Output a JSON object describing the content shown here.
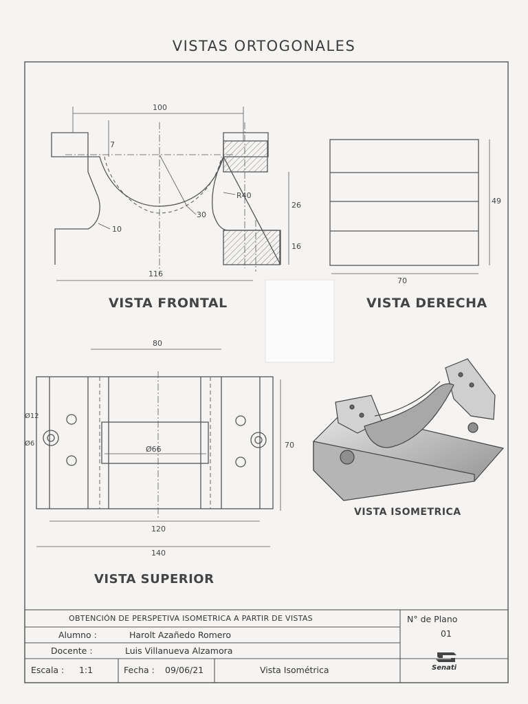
{
  "sheet": {
    "title": "VISTAS ORTOGONALES"
  },
  "views": {
    "frontal": {
      "label": "VISTA FRONTAL",
      "dims": {
        "top": "100",
        "top_small": "7",
        "radius_40": "R40",
        "radius_30": "30",
        "radius_10": "10",
        "height_26": "26",
        "height_16": "16",
        "bottom": "116"
      }
    },
    "derecha": {
      "label": "VISTA DERECHA",
      "dims": {
        "height": "49",
        "width": "70"
      }
    },
    "superior": {
      "label": "VISTA SUPERIOR",
      "dims": {
        "top": "80",
        "dia12": "Ø12",
        "dia6": "Ø6",
        "dia66": "Ø66",
        "height": "70",
        "w120": "120",
        "w140": "140"
      }
    },
    "isometrica": {
      "label": "VISTA ISOMETRICA"
    }
  },
  "title_block": {
    "heading": "OBTENCIÓN DE PERSPETIVA ISOMETRICA A PARTIR DE VISTAS",
    "alumno_label": "Alumno :",
    "alumno_value": "Harolt Azañedo Romero",
    "docente_label": "Docente :",
    "docente_value": "Luis Villanueva Alzamora",
    "escala_label": "Escala :",
    "escala_value": "1:1",
    "fecha_label": "Fecha :",
    "fecha_value": "09/06/21",
    "tipo_value": "Vista Isométrica",
    "plano_label": "N° de Plano",
    "plano_value": "01",
    "logo_text": "Senati"
  }
}
